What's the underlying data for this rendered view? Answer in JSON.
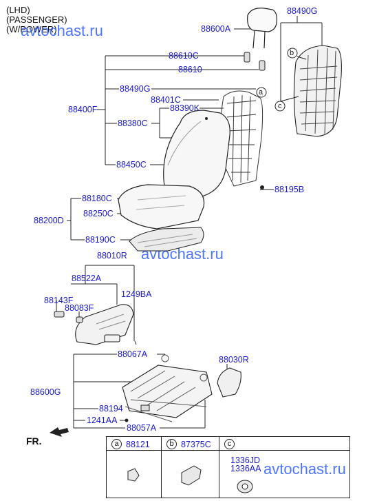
{
  "header": {
    "line1": "(LHD)",
    "line2": "(PASSENGER)",
    "line3": "(W/POWER)"
  },
  "watermarks": [
    "avtochast.ru",
    "avtochast.ru",
    "avtochast.ru"
  ],
  "direction_label": "FR.",
  "parts": {
    "p88600A": "88600A",
    "p88610C": "88610C",
    "p88610": "88610",
    "p88490G_left": "88490G",
    "p88401C": "88401C",
    "p88390K": "88390K",
    "p88400F": "88400F",
    "p88380C": "88380C",
    "p88450C": "88450C",
    "p88195B": "88195B",
    "p88490G_right": "88490G",
    "p88180C": "88180C",
    "p88250C": "88250C",
    "p88200D": "88200D",
    "p88190C": "88190C",
    "p88010R": "88010R",
    "p88522A": "88522A",
    "p88143F": "88143F",
    "p88083F": "88083F",
    "p1249BA": "1249BA",
    "p88067A": "88067A",
    "p88030R": "88030R",
    "p88600G": "88600G",
    "p88194": "88194",
    "p1241AA": "1241AA",
    "p88057A": "88057A"
  },
  "callouts": {
    "a": "a",
    "b": "b",
    "c": "c"
  },
  "legend": [
    {
      "letter": "a",
      "codes": [
        "88121"
      ]
    },
    {
      "letter": "b",
      "codes": [
        "87375C"
      ]
    },
    {
      "letter": "c",
      "codes": [
        "1336JD",
        "1336AA"
      ]
    }
  ]
}
